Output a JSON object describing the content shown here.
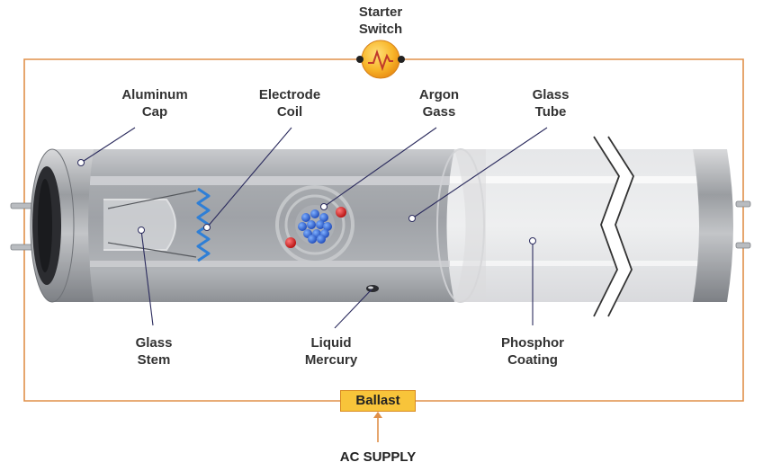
{
  "labels": {
    "starter_switch": [
      "Starter",
      "Switch"
    ],
    "aluminum_cap": [
      "Aluminum",
      "Cap"
    ],
    "electrode_coil": [
      "Electrode",
      "Coil"
    ],
    "argon_gass": [
      "Argon",
      "Gass"
    ],
    "glass_tube": [
      "Glass",
      "Tube"
    ],
    "glass_stem": [
      "Glass",
      "Stem"
    ],
    "liquid_mercury": [
      "Liquid",
      "Mercury"
    ],
    "phosphor_coating": [
      "Phosphor",
      "Coating"
    ],
    "ballast": "Ballast",
    "ac_supply": "AC SUPPLY"
  },
  "colors": {
    "circuit_wire": "#e0904a",
    "switch_fill": "#f8b62a",
    "ballast_fill": "#f8c43a",
    "tube_gray": "#a8abaf",
    "electrode_blue": "#2f7fd6",
    "mercury_atom": "#2a5bd0",
    "electron_red": "#d21c1c",
    "leader_line": "#2c2c5e"
  }
}
